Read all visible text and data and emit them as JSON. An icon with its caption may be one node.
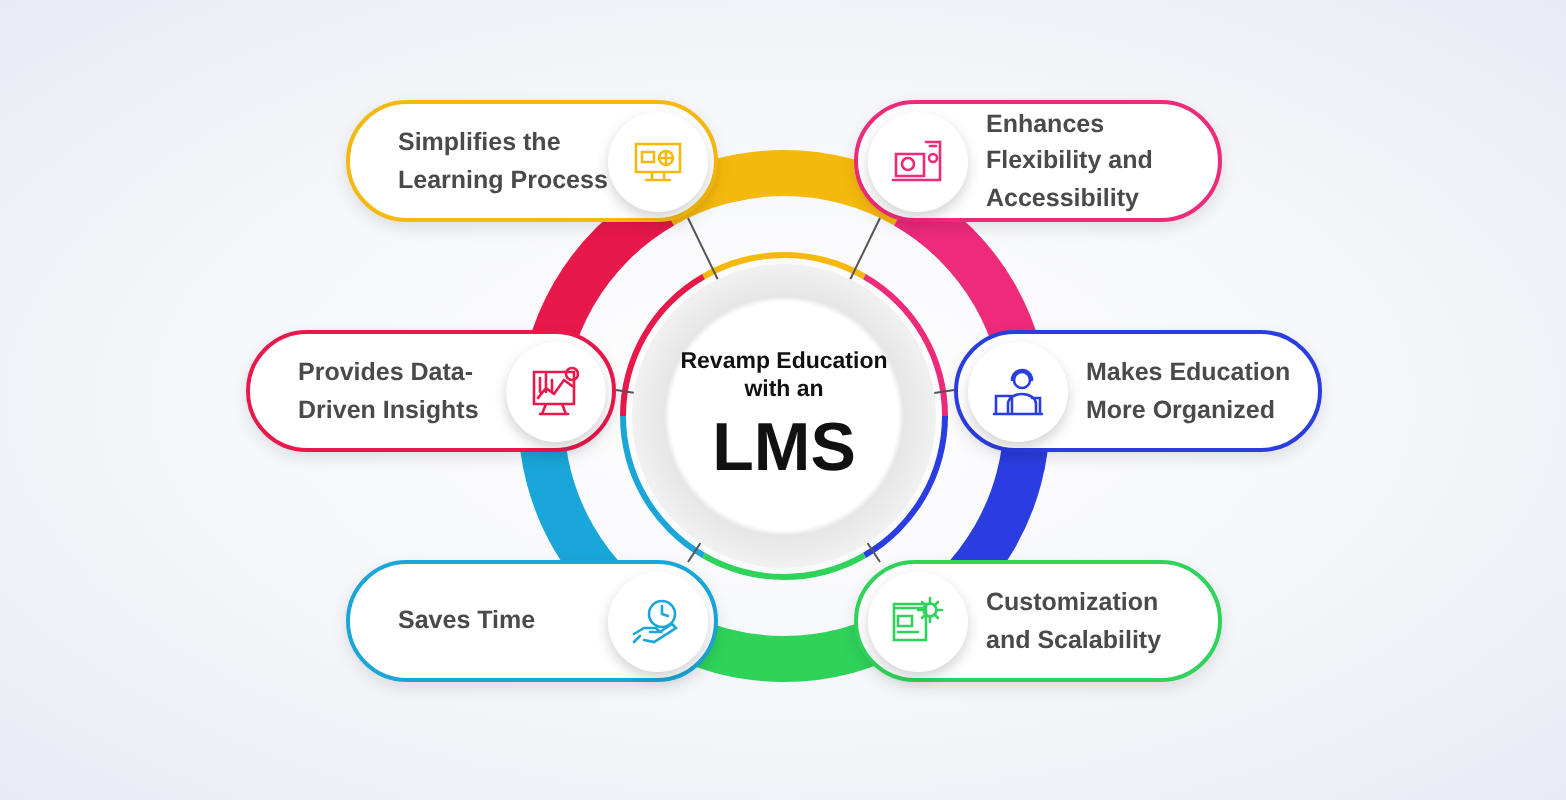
{
  "diagram": {
    "nodes": [
      {
        "text": [
          "Revamp Education with an",
          "LMS"
        ]
      },
      {
        "text": [
          "Simplifies the Learning Process"
        ]
      },
      {
        "text": [
          "Enhances Flexibility and Accessibility"
        ]
      },
      {
        "text": [
          "Provides Data-Driven Insights"
        ]
      },
      {
        "text": [
          "Makes Education More Organized"
        ]
      },
      {
        "text": [
          "Saves Time"
        ]
      },
      {
        "text": [
          "Customization and Scalability"
        ]
      }
    ],
    "edges": [
      {
        "from": 1,
        "to": 0,
        "arrow": "none"
      },
      {
        "from": 2,
        "to": 0,
        "arrow": "none"
      },
      {
        "from": 3,
        "to": 0,
        "arrow": "none"
      },
      {
        "from": 4,
        "to": 0,
        "arrow": "none"
      },
      {
        "from": 5,
        "to": 0,
        "arrow": "none"
      },
      {
        "from": 6,
        "to": 0,
        "arrow": "none"
      }
    ]
  }
}
